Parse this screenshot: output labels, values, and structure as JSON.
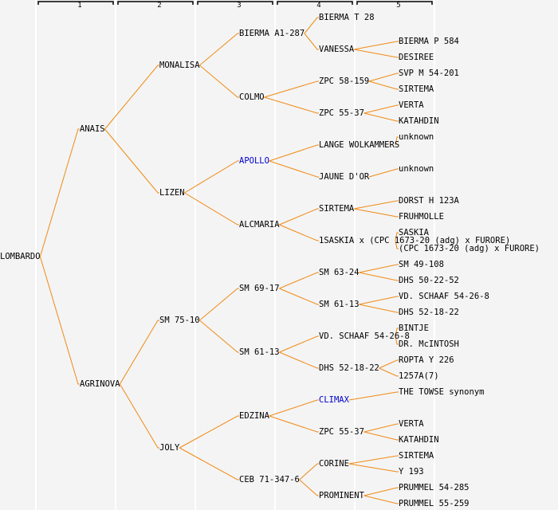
{
  "generations": [
    "1",
    "2",
    "3",
    "4",
    "5"
  ],
  "colors": {
    "edge": "#f08a14",
    "link": "#0000cc",
    "text": "#000000",
    "background": "#f4f4f4"
  },
  "nodes": [
    {
      "id": "n0",
      "label": "LOMBARDO",
      "gen": 0,
      "row": 15.5,
      "link": false
    },
    {
      "id": "n1",
      "label": "ANAIS",
      "gen": 1,
      "row": 7.5,
      "parent": "n0",
      "link": false
    },
    {
      "id": "n2",
      "label": "AGRINOVA",
      "gen": 1,
      "row": 23.5,
      "parent": "n0",
      "link": false
    },
    {
      "id": "n3",
      "label": "MONALISA",
      "gen": 2,
      "row": 3.5,
      "parent": "n1",
      "link": false
    },
    {
      "id": "n4",
      "label": "LIZEN",
      "gen": 2,
      "row": 11.5,
      "parent": "n1",
      "link": false
    },
    {
      "id": "n5",
      "label": "SM 75-10",
      "gen": 2,
      "row": 19.5,
      "parent": "n2",
      "link": false
    },
    {
      "id": "n6",
      "label": "JOLY",
      "gen": 2,
      "row": 27.5,
      "parent": "n2",
      "link": false
    },
    {
      "id": "n7",
      "label": "BIERMA A1-287",
      "gen": 3,
      "row": 1.5,
      "parent": "n3",
      "link": false
    },
    {
      "id": "n8",
      "label": "COLMO",
      "gen": 3,
      "row": 5.5,
      "parent": "n3",
      "link": false
    },
    {
      "id": "n9",
      "label": "APOLLO",
      "gen": 3,
      "row": 9.5,
      "parent": "n4",
      "link": true
    },
    {
      "id": "n10",
      "label": "ALCMARIA",
      "gen": 3,
      "row": 13.5,
      "parent": "n4",
      "link": false
    },
    {
      "id": "n11",
      "label": "SM 69-17",
      "gen": 3,
      "row": 17.5,
      "parent": "n5",
      "link": false
    },
    {
      "id": "n12",
      "label": "SM 61-13",
      "gen": 3,
      "row": 21.5,
      "parent": "n5",
      "link": false
    },
    {
      "id": "n13",
      "label": "EDZINA",
      "gen": 3,
      "row": 25.5,
      "parent": "n6",
      "link": false
    },
    {
      "id": "n14",
      "label": "CEB 71-347-6",
      "gen": 3,
      "row": 29.5,
      "parent": "n6",
      "link": false
    },
    {
      "id": "n15",
      "label": "BIERMA T 28",
      "gen": 4,
      "row": 0.5,
      "parent": "n7",
      "link": false
    },
    {
      "id": "n16",
      "label": "VANESSA",
      "gen": 4,
      "row": 2.5,
      "parent": "n7",
      "link": false
    },
    {
      "id": "n17",
      "label": "ZPC 58-159",
      "gen": 4,
      "row": 4.5,
      "parent": "n8",
      "link": false
    },
    {
      "id": "n18",
      "label": "ZPC 55-37",
      "gen": 4,
      "row": 6.5,
      "parent": "n8",
      "link": false
    },
    {
      "id": "n19",
      "label": "LANGE WOLKAMMERS",
      "gen": 4,
      "row": 8.5,
      "parent": "n9",
      "link": false
    },
    {
      "id": "n20",
      "label": "JAUNE D'OR",
      "gen": 4,
      "row": 10.5,
      "parent": "n9",
      "link": false
    },
    {
      "id": "n21",
      "label": "SIRTEMA",
      "gen": 4,
      "row": 12.5,
      "parent": "n10",
      "link": false
    },
    {
      "id": "n22",
      "label": "1SASKIA x (CPC 1673-20 (adg) x FURORE)",
      "gen": 4,
      "row": 14.5,
      "parent": "n10",
      "link": false
    },
    {
      "id": "n23",
      "label": "SM 63-24",
      "gen": 4,
      "row": 16.5,
      "parent": "n11",
      "link": false
    },
    {
      "id": "n24",
      "label": "SM 61-13",
      "gen": 4,
      "row": 18.5,
      "parent": "n11",
      "link": false
    },
    {
      "id": "n25",
      "label": "VD. SCHAAF 54-26-8",
      "gen": 4,
      "row": 20.5,
      "parent": "n12",
      "link": false
    },
    {
      "id": "n26",
      "label": "DHS 52-18-22",
      "gen": 4,
      "row": 22.5,
      "parent": "n12",
      "link": false
    },
    {
      "id": "n27",
      "label": "CLIMAX",
      "gen": 4,
      "row": 24.5,
      "parent": "n13",
      "link": true
    },
    {
      "id": "n28",
      "label": "ZPC 55-37",
      "gen": 4,
      "row": 26.5,
      "parent": "n13",
      "link": false
    },
    {
      "id": "n29",
      "label": "CORINE",
      "gen": 4,
      "row": 28.5,
      "parent": "n14",
      "link": false
    },
    {
      "id": "n30",
      "label": "PROMINENT",
      "gen": 4,
      "row": 30.5,
      "parent": "n14",
      "link": false
    },
    {
      "id": "n31",
      "label": "BIERMA P 584",
      "gen": 5,
      "row": 2,
      "parent": "n16",
      "link": false
    },
    {
      "id": "n32",
      "label": "DESIREE",
      "gen": 5,
      "row": 3,
      "parent": "n16",
      "link": false
    },
    {
      "id": "n33",
      "label": "SVP M 54-201",
      "gen": 5,
      "row": 4,
      "parent": "n17",
      "link": false
    },
    {
      "id": "n34",
      "label": "SIRTEMA",
      "gen": 5,
      "row": 5,
      "parent": "n17",
      "link": false
    },
    {
      "id": "n35",
      "label": "VERTA",
      "gen": 5,
      "row": 6,
      "parent": "n18",
      "link": false
    },
    {
      "id": "n36",
      "label": "KATAHDIN",
      "gen": 5,
      "row": 7,
      "parent": "n18",
      "link": false
    },
    {
      "id": "n37",
      "label": "unknown",
      "gen": 5,
      "row": 8,
      "parent": "n19",
      "link": false
    },
    {
      "id": "n38",
      "label": "unknown",
      "gen": 5,
      "row": 10,
      "parent": "n20",
      "link": false
    },
    {
      "id": "n39",
      "label": "DORST H 123A",
      "gen": 5,
      "row": 12,
      "parent": "n21",
      "link": false
    },
    {
      "id": "n40",
      "label": "FRUHMOLLE",
      "gen": 5,
      "row": 13,
      "parent": "n21",
      "link": false
    },
    {
      "id": "n41",
      "label": "SASKIA",
      "gen": 5,
      "row": 14,
      "parent": "n22",
      "link": false
    },
    {
      "id": "n42",
      "label": "(CPC 1673-20 (adg) x FURORE)",
      "gen": 5,
      "row": 15,
      "parent": "n22",
      "link": false
    },
    {
      "id": "n43",
      "label": "SM 49-108",
      "gen": 5,
      "row": 16,
      "parent": "n23",
      "link": false
    },
    {
      "id": "n44",
      "label": "DHS 50-22-52",
      "gen": 5,
      "row": 17,
      "parent": "n23",
      "link": false
    },
    {
      "id": "n45",
      "label": "VD. SCHAAF 54-26-8",
      "gen": 5,
      "row": 18,
      "parent": "n24",
      "link": false
    },
    {
      "id": "n46",
      "label": "DHS 52-18-22",
      "gen": 5,
      "row": 19,
      "parent": "n24",
      "link": false
    },
    {
      "id": "n47",
      "label": "BINTJE",
      "gen": 5,
      "row": 20,
      "parent": "n25",
      "link": false
    },
    {
      "id": "n48",
      "label": "DR. McINTOSH",
      "gen": 5,
      "row": 21,
      "parent": "n25",
      "link": false
    },
    {
      "id": "n49",
      "label": "ROPTA Y 226",
      "gen": 5,
      "row": 22,
      "parent": "n26",
      "link": false
    },
    {
      "id": "n50",
      "label": "1257A(7)",
      "gen": 5,
      "row": 23,
      "parent": "n26",
      "link": false
    },
    {
      "id": "n51",
      "label": "THE TOWSE synonym",
      "gen": 5,
      "row": 24,
      "parent": "n27",
      "link": false
    },
    {
      "id": "n52",
      "label": "VERTA",
      "gen": 5,
      "row": 26,
      "parent": "n28",
      "link": false
    },
    {
      "id": "n53",
      "label": "KATAHDIN",
      "gen": 5,
      "row": 27,
      "parent": "n28",
      "link": false
    },
    {
      "id": "n54",
      "label": "SIRTEMA",
      "gen": 5,
      "row": 28,
      "parent": "n29",
      "link": false
    },
    {
      "id": "n55",
      "label": "Y 193",
      "gen": 5,
      "row": 29,
      "parent": "n29",
      "link": false
    },
    {
      "id": "n56",
      "label": "PRUMMEL 54-285",
      "gen": 5,
      "row": 30,
      "parent": "n30",
      "link": false
    },
    {
      "id": "n57",
      "label": "PRUMMEL 55-259",
      "gen": 5,
      "row": 31,
      "parent": "n30",
      "link": false
    }
  ]
}
